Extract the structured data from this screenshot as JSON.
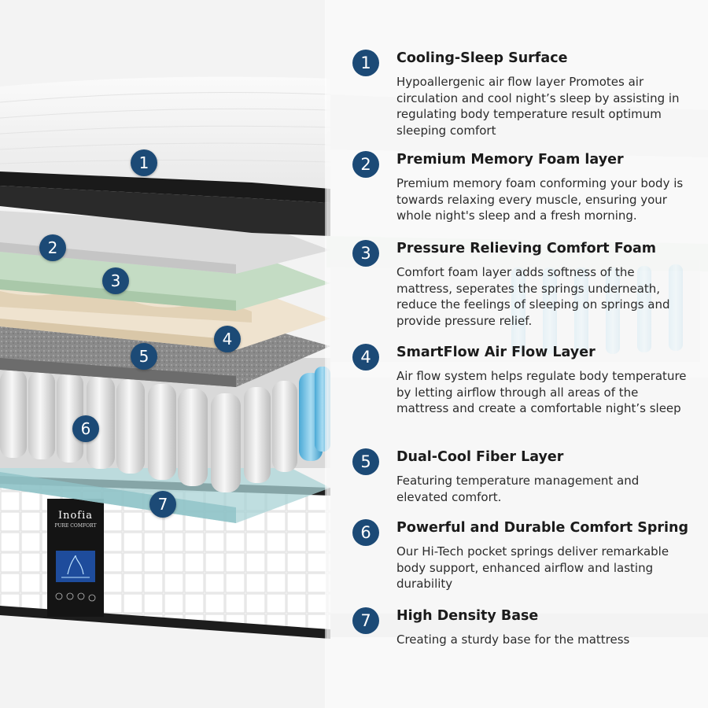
{
  "brand": {
    "name": "Inofia",
    "tagline": "PURE COMFORT"
  },
  "colors": {
    "marker": "#1c4a76",
    "title": "#1b1b1b",
    "text": "#2b2b2b"
  },
  "features": [
    {
      "number": "1",
      "title": "Cooling-Sleep Surface",
      "description": "Hypoallergenic air flow layer Promotes air circulation and cool night’s sleep by assisting in regulating body temperature result optimum sleeping comfort"
    },
    {
      "number": "2",
      "title": "Premium Memory Foam layer",
      "description": "Premium memory foam conforming your body is towards relaxing every muscle, ensuring your whole night's sleep and a fresh morning."
    },
    {
      "number": "3",
      "title": "Pressure Relieving Comfort Foam",
      "description": "Comfort foam layer adds softness of the mattress, seperates the springs underneath, reduce the feelings of sleeping on springs and provide pressure relief."
    },
    {
      "number": "4",
      "title": "SmartFlow Air Flow Layer",
      "description": "Air flow system helps regulate body temperature by letting airflow through all areas of the mattress and create a comfortable night’s sleep"
    },
    {
      "number": "5",
      "title": "Dual-Cool Fiber Layer",
      "description": "Featuring temperature management and elevated comfort."
    },
    {
      "number": "6",
      "title": "Powerful and Durable Comfort Spring",
      "description": "Our Hi-Tech pocket springs deliver remarkable body support, enhanced airflow and lasting durability"
    },
    {
      "number": "7",
      "title": "High Density Base",
      "description": "Creating a sturdy base for the mattress"
    }
  ],
  "layer_markers": [
    "1",
    "2",
    "3",
    "4",
    "5",
    "6",
    "7"
  ]
}
